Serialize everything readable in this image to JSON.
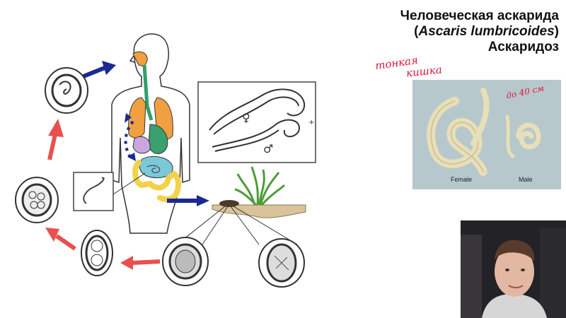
{
  "title": {
    "line1": "Человеческая аскарида",
    "latin": "Ascaris lumbricoides",
    "line3": "Аскаридоз"
  },
  "annotations": {
    "intestine_line1": "тонкая",
    "intestine_line2": "кишка",
    "length": "до 40 см"
  },
  "photo": {
    "female_label": "Female",
    "male_label": "Male"
  },
  "diagram": {
    "female_symbol": "♀",
    "male_symbol": "♂",
    "plus_symbol": "+"
  },
  "colors": {
    "accent_red": "#e0173a",
    "arrow_blue": "#1b2a8f",
    "arrow_red": "#e85050"
  }
}
